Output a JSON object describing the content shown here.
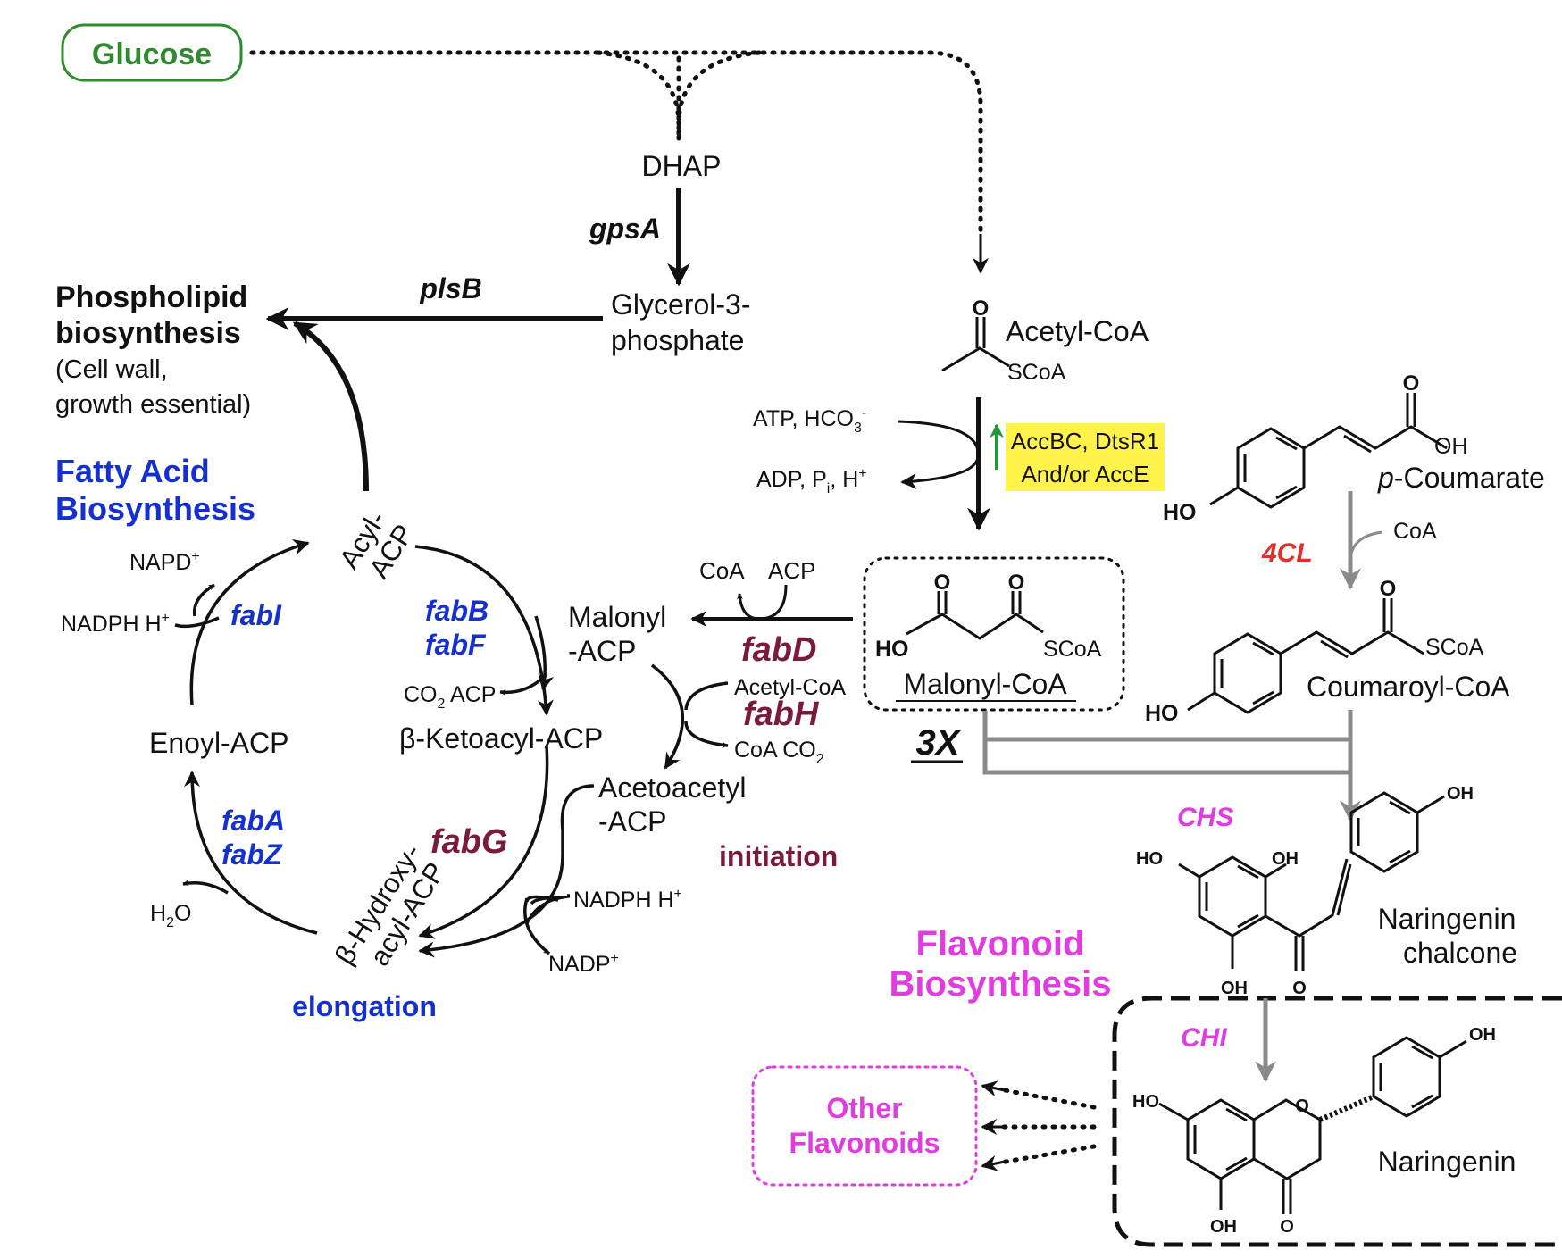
{
  "colors": {
    "glucose": "#2e8b2e",
    "fatty_blue": "#1530d0",
    "enzyme_maroon": "#7a1a3c",
    "flavonoid_magenta": "#e03ce0",
    "enzyme_4cl": "#e0302a",
    "highlight": "#fff24a",
    "arrow_gray": "#8a8a8a",
    "up_arrow": "#1e9a3a"
  },
  "nodes": {
    "glucose": "Glucose",
    "dhap": "DHAP",
    "gpsA": "gpsA",
    "g3p_line1": "Glycerol-3-",
    "g3p_line2": "phosphate",
    "plsB": "plsB",
    "phospho_line1": "Phospholipid",
    "phospho_line2": "biosynthesis",
    "phospho_line3": "(Cell wall,",
    "phospho_line4": "growth essential)",
    "fatty_line1": "Fatty Acid",
    "fatty_line2": "Biosynthesis",
    "acyl_line1": "Acyl-",
    "acyl_line2": "ACP",
    "napd": "NAPD",
    "nadph_left": "NADPH H",
    "fabI": "fabI",
    "fabB": "fabB",
    "fabF": "fabF",
    "co2acp": "CO",
    "co2acp_rest": " ACP",
    "enoyl": "Enoyl-ACP",
    "ketoacyl": "β-Ketoacyl-ACP",
    "fabA": "fabA",
    "fabZ": "fabZ",
    "h2o": "H",
    "h2o_rest": "O",
    "hydroxy_line1": "β-Hydroxy-",
    "hydroxy_line2": "acyl-ACP",
    "fabG": "fabG",
    "elongation": "elongation",
    "malonyl_acp_line1": "Malonyl",
    "malonyl_acp_line2": "-ACP",
    "coa_top": "CoA",
    "acp_top": "ACP",
    "fabD": "fabD",
    "acetylcoa_small": "Acetyl-CoA",
    "fabH": "fabH",
    "coaco2": "CoA CO",
    "acetoacetyl_line1": "Acetoacetyl",
    "acetoacetyl_line2": "-ACP",
    "initiation": "initiation",
    "nadph_right": "NADPH H",
    "nadp_right": "NADP",
    "atp": "ATP, HCO",
    "adp": "ADP, P",
    "adp_rest": ", H",
    "acc_line1": "AccBC, DtsR1",
    "acc_line2": "And/or AccE",
    "acetyl_coa": "Acetyl-CoA",
    "scoa": "SCoA",
    "o": "O",
    "ho": "HO",
    "oh": "OH",
    "malonyl_coa": "Malonyl-CoA",
    "threex": "3X",
    "p_prefix": "p",
    "coumarate": "-Coumarate",
    "coa_right": "CoA",
    "fourcl": "4CL",
    "coumaroyl": "Coumaroyl-CoA",
    "chs": "CHS",
    "chalcone_line1": "Naringenin",
    "chalcone_line2": "chalcone",
    "flav_line1": "Flavonoid",
    "flav_line2": "Biosynthesis",
    "chi": "CHI",
    "naringenin": "Naringenin",
    "other_line1": "Other",
    "other_line2": "Flavonoids",
    "sup_plus": "+",
    "sup_minus": "-",
    "sub_2": "2",
    "sub_3": "3",
    "sub_i": "i"
  }
}
